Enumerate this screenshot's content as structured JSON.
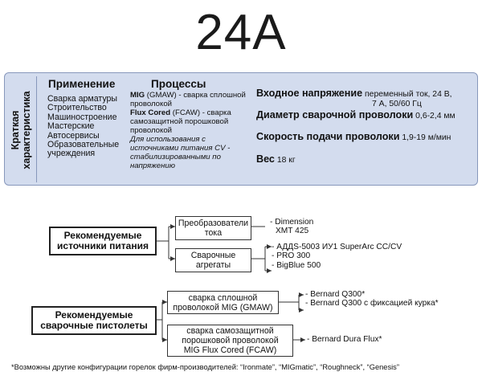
{
  "title": "24A",
  "summary": {
    "side_label_line1": "Краткая",
    "side_label_line2": "характеристика",
    "applications": {
      "heading": "Применение",
      "items": [
        "Сварка арматуры",
        "Строительство",
        "Машиностроение",
        "Мастерские",
        "Автосервисы",
        "Образовательные",
        "учреждения"
      ]
    },
    "processes": {
      "heading": "Процессы",
      "mig_name": "MIG",
      "mig_rest": " (GMAW) - сварка сплошной проволокой",
      "flux_name": "Flux Cored",
      "flux_rest": " (FCAW) - сварка самозащитной порошковой проволокой",
      "note": "Для использования с источниками питания CV - стабилизированными по напряжению"
    },
    "specs": {
      "input_label": "Входное напряжение",
      "input_value_line1": "переменный ток, 24 В,",
      "input_value_line2": "7 А, 50/60 Гц",
      "diameter_label": "Диаметр сварочной проволоки",
      "diameter_value": "0,6-2,4 мм",
      "speed_label": "Скорость подачи проволоки",
      "speed_value": "1,9-19 м/мин",
      "weight_label": "Вес",
      "weight_value": "18 кг"
    }
  },
  "diagram": {
    "power": {
      "main_line1": "Рекомендуемые",
      "main_line2": "источники питания",
      "converters_line1": "Преобразователи",
      "converters_line2": "тока",
      "converters_items": [
        "- Dimension",
        "  XMT 425"
      ],
      "generators_line1": "Сварочные",
      "generators_line2": "агрегаты",
      "generators_items": [
        "- АДДS-5003 ИУ1 SuperArc CC/CV",
        "- PRO 300",
        "- BigBlue 500"
      ]
    },
    "guns": {
      "main_line1": "Рекомендуемые",
      "main_line2": "сварочные пистолеты",
      "mig_line1": "сварка сплошной",
      "mig_line2": "проволокой MIG (GMAW)",
      "mig_items": [
        "- Bernard Q300*",
        "- Bernard Q300 с фиксацией курка*"
      ],
      "flux_line1": "сварка самозащитной",
      "flux_line2": "порошковой проволокой",
      "flux_line3": "MIG Flux Cored (FCAW)",
      "flux_items": [
        "- Bernard Dura Flux*"
      ]
    }
  },
  "footnote": "*Возможны другие конфигурации горелок фирм-производителей: “Ironmate”, “MIGmatic”, “Roughneck”, “Genesis”"
}
